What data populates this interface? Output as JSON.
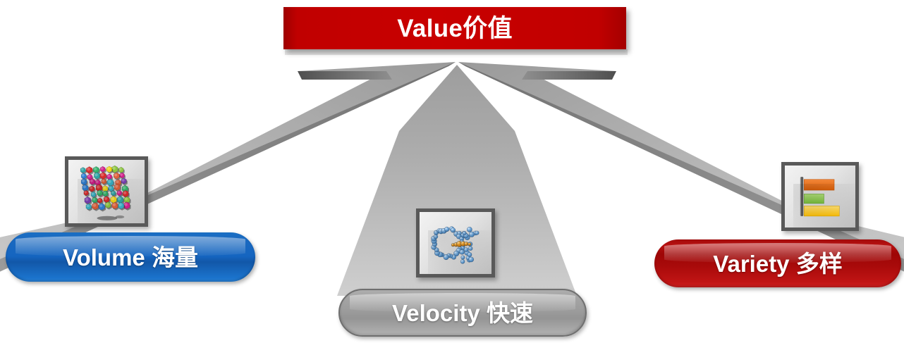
{
  "diagram": {
    "title_banner": {
      "label": "Value价值",
      "color": "#C00000",
      "text_color": "#FFFFFF"
    },
    "nodes": [
      {
        "id": "volume",
        "label": "Volume 海量",
        "color": "#1565C0",
        "text_color": "#FFFFFF",
        "icon": "colorful-cubes-cluster-icon"
      },
      {
        "id": "velocity",
        "label": "Velocity 快速",
        "color": "#9B9B9B",
        "text_color": "#FFFFFF",
        "icon": "molecule-particles-icon"
      },
      {
        "id": "variety",
        "label": "Variety 多样",
        "color": "#A80A0A",
        "text_color": "#FFFFFF",
        "icon": "horizontal-bar-chart-icon"
      }
    ],
    "arrows": {
      "count": 3,
      "direction": "converging-upward",
      "color": "#A6A6A6",
      "shadow_color": "#808080",
      "target": "Value价值"
    },
    "icon_colors": {
      "bar_orange": "#E8711A",
      "bar_green": "#92D050",
      "bar_yellow": "#FFC000",
      "particle_blue": "#5B9BD5",
      "particle_orange": "#E8951A"
    }
  }
}
